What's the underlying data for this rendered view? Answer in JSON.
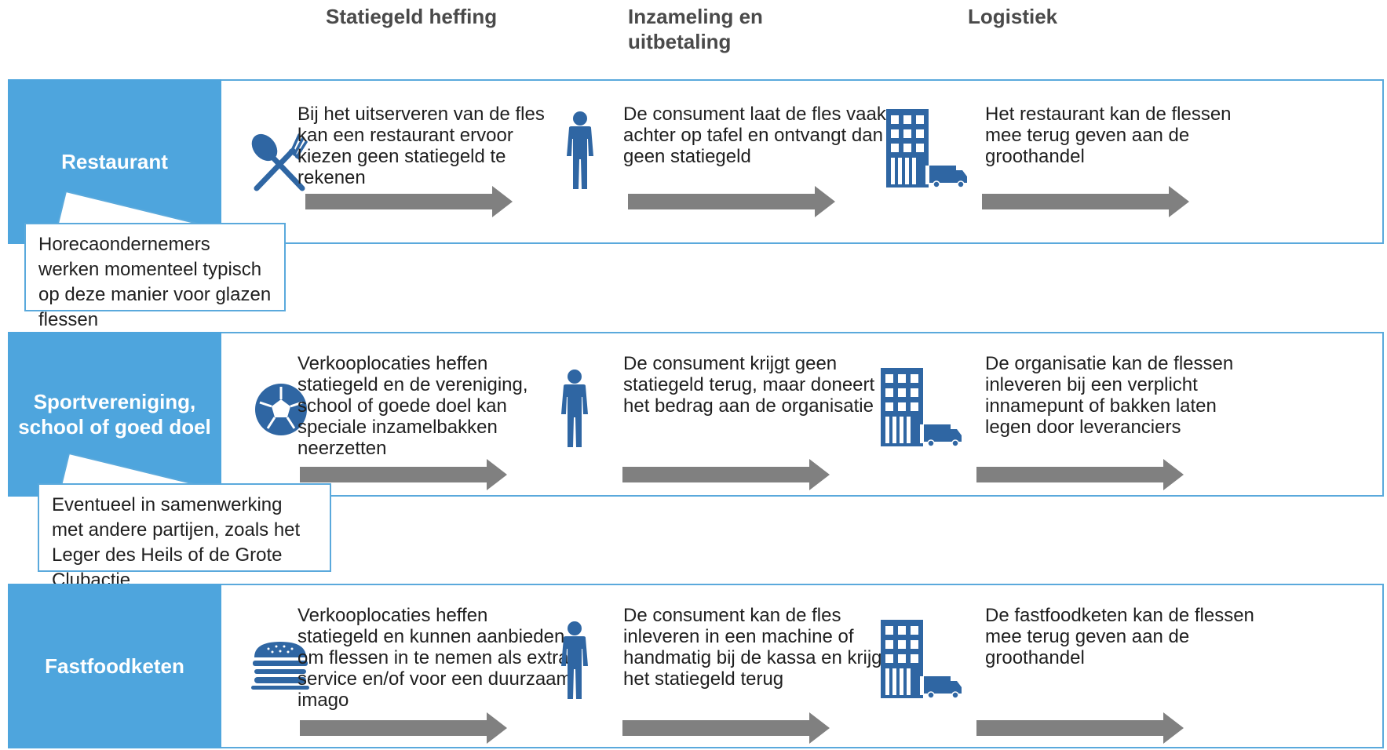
{
  "columns": {
    "col1": "Statiegeld heffing",
    "col2_line1": "Inzameling en",
    "col2_line2": "uitbetaling",
    "col3": "Logistiek"
  },
  "rows": [
    {
      "label": "Restaurant",
      "icon": "cutlery-icon",
      "text1": "Bij het uitserveren van de fles kan een restaurant ervoor kiezen geen statiegeld te rekenen",
      "text2": "De consument laat de fles vaak achter op tafel en ontvangt dan geen statiegeld",
      "text3": "Het restaurant kan de flessen mee terug geven aan de groothandel",
      "callout": "Horecaondernemers werken momenteel typisch op deze manier voor glazen flessen"
    },
    {
      "label": "Sportvereniging, school of goed doel",
      "icon": "soccer-ball-icon",
      "text1": "Verkooplocaties heffen statiegeld en de vereniging, school of goede doel kan speciale inzamelbakken neerzetten",
      "text2": "De consument krijgt geen statiegeld terug, maar doneert het bedrag aan de organisatie",
      "text3": "De organisatie kan de flessen inleveren bij een verplicht innamepunt of bakken laten legen door leveranciers",
      "callout": "Eventueel in samenwerking met andere partijen, zoals het Leger des Heils of de Grote Clubactie"
    },
    {
      "label": "Fastfoodketen",
      "icon": "burger-icon",
      "text1": "Verkooplocaties heffen statiegeld en kunnen aanbieden om flessen in te nemen als extra service en/of voor een duurzaam imago",
      "text2": "De consument kan de fles inleveren in een machine of handmatig bij de kassa en krijgt het statiegeld terug",
      "text3": "De fastfoodketen kan de flessen mee terug geven aan de groothandel"
    }
  ],
  "colors": {
    "accent": "#4ea5dd",
    "border": "#5aa9dc",
    "icon": "#2f66a3",
    "arrow": "#808080"
  }
}
